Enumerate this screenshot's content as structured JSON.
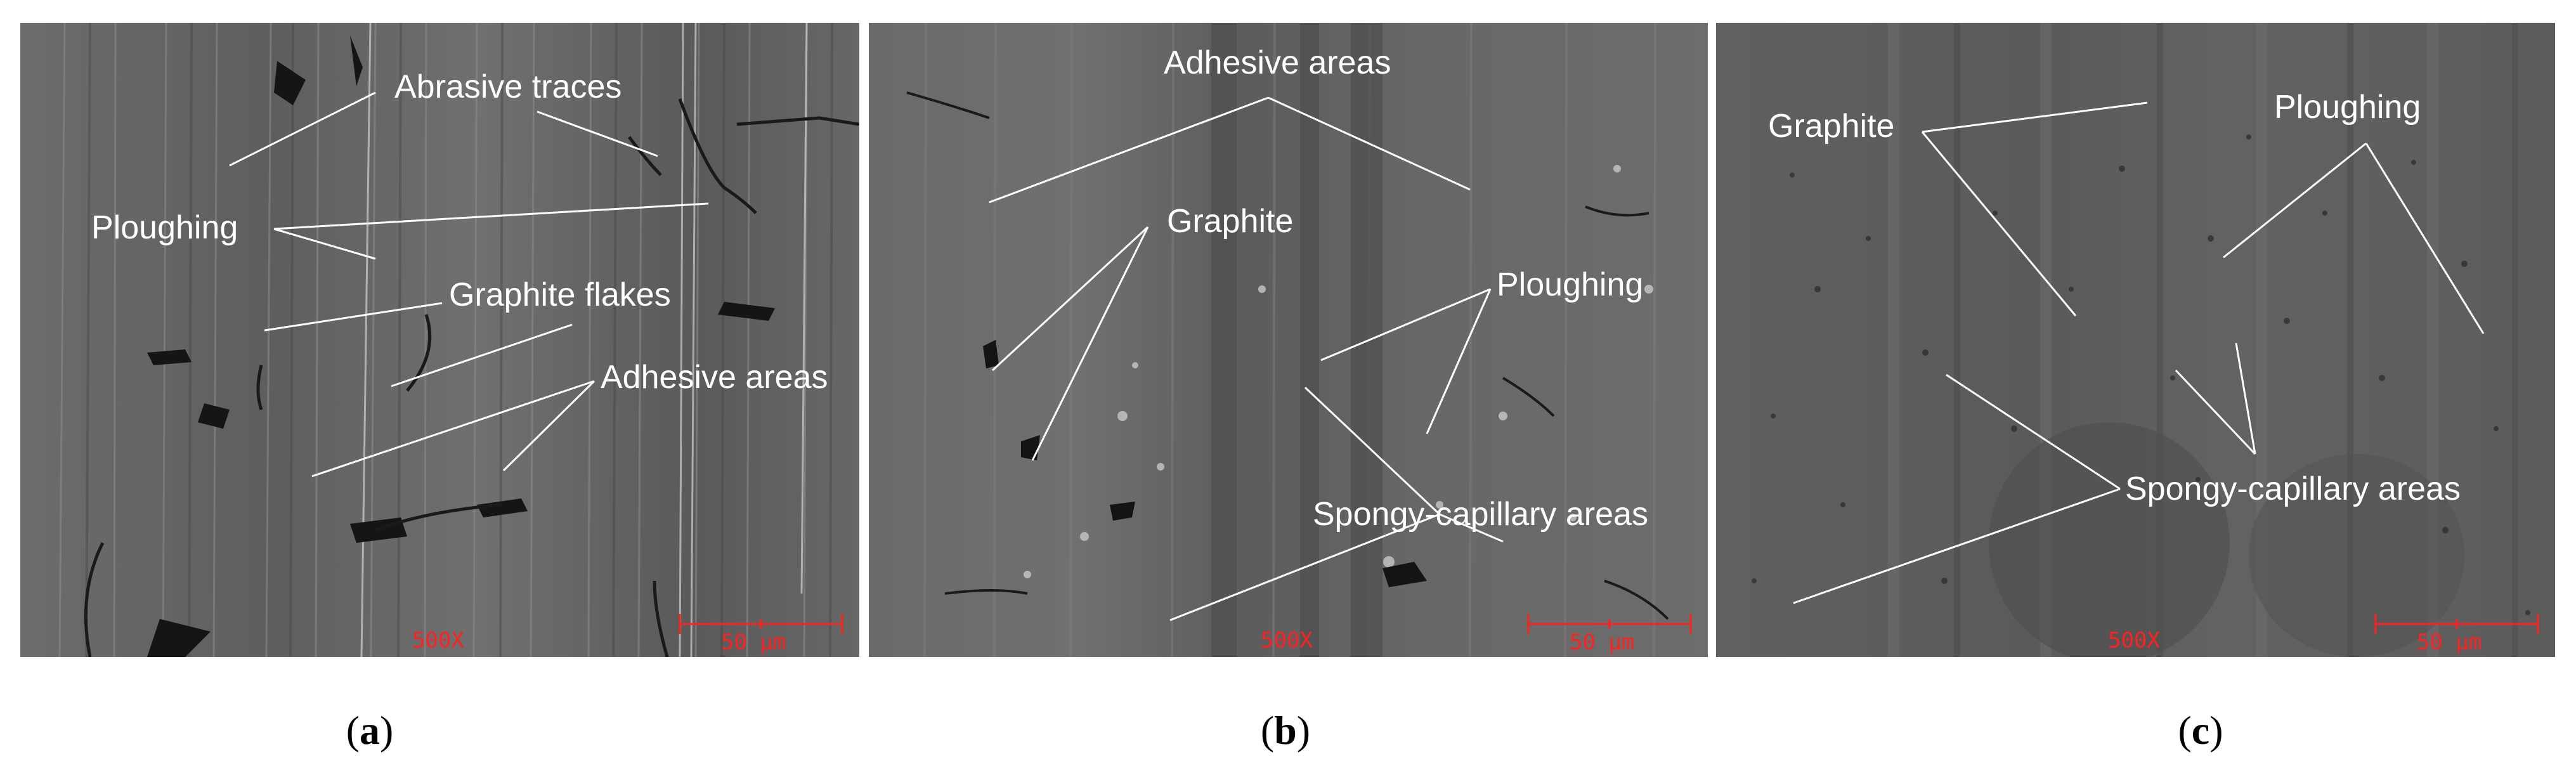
{
  "panels": [
    {
      "id": "a",
      "caption": "a",
      "labels": {
        "abrasive": "Abrasive traces",
        "ploughing": "Ploughing",
        "graphite_flakes": "Graphite flakes",
        "adhesive": "Adhesive areas"
      },
      "magnification": "500X",
      "scale_bar": "50 μm"
    },
    {
      "id": "b",
      "caption": "b",
      "labels": {
        "adhesive": "Adhesive areas",
        "graphite": "Graphite",
        "ploughing": "Ploughing",
        "spongy": "Spongy-capillary areas"
      },
      "magnification": "500X",
      "scale_bar": "50 μm"
    },
    {
      "id": "c",
      "caption": "c",
      "labels": {
        "graphite": "Graphite",
        "ploughing": "Ploughing",
        "spongy": "Spongy-capillary areas"
      },
      "magnification": "500X",
      "scale_bar": "50 μm"
    }
  ]
}
